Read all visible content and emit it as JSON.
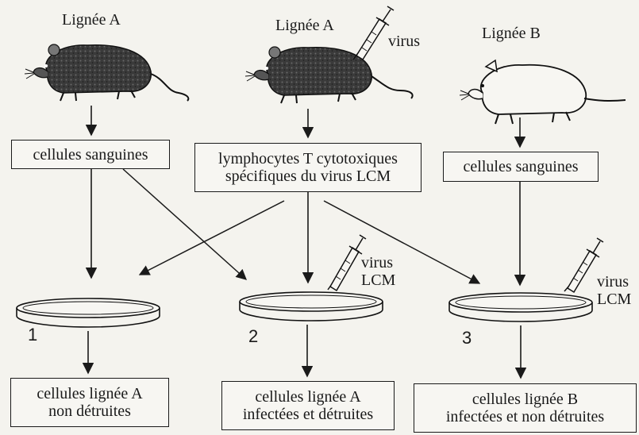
{
  "columns": [
    {
      "title": "Lignée A",
      "mouse_color": "dark",
      "box_lines": [
        "cellules sanguines"
      ],
      "dish_number": "1",
      "dish_injection": null,
      "result_lines": [
        "cellules lignée A",
        "non détruites"
      ]
    },
    {
      "title": "Lignée A",
      "mouse_color": "dark",
      "mouse_injection": "virus",
      "box_lines": [
        "lymphocytes T cytotoxiques",
        "spécifiques du virus LCM"
      ],
      "dish_number": "2",
      "dish_injection": [
        "virus",
        "LCM"
      ],
      "result_lines": [
        "cellules lignée A",
        "infectées et détruites"
      ]
    },
    {
      "title": "Lignée B",
      "mouse_color": "white",
      "box_lines": [
        "cellules sanguines"
      ],
      "dish_number": "3",
      "dish_injection": [
        "virus",
        "LCM"
      ],
      "result_lines": [
        "cellules lignée B",
        "infectées et non détruites"
      ]
    }
  ],
  "icons": {
    "mouse": "mouse-icon",
    "syringe": "syringe-icon",
    "petri_dish": "petri-dish-icon"
  }
}
